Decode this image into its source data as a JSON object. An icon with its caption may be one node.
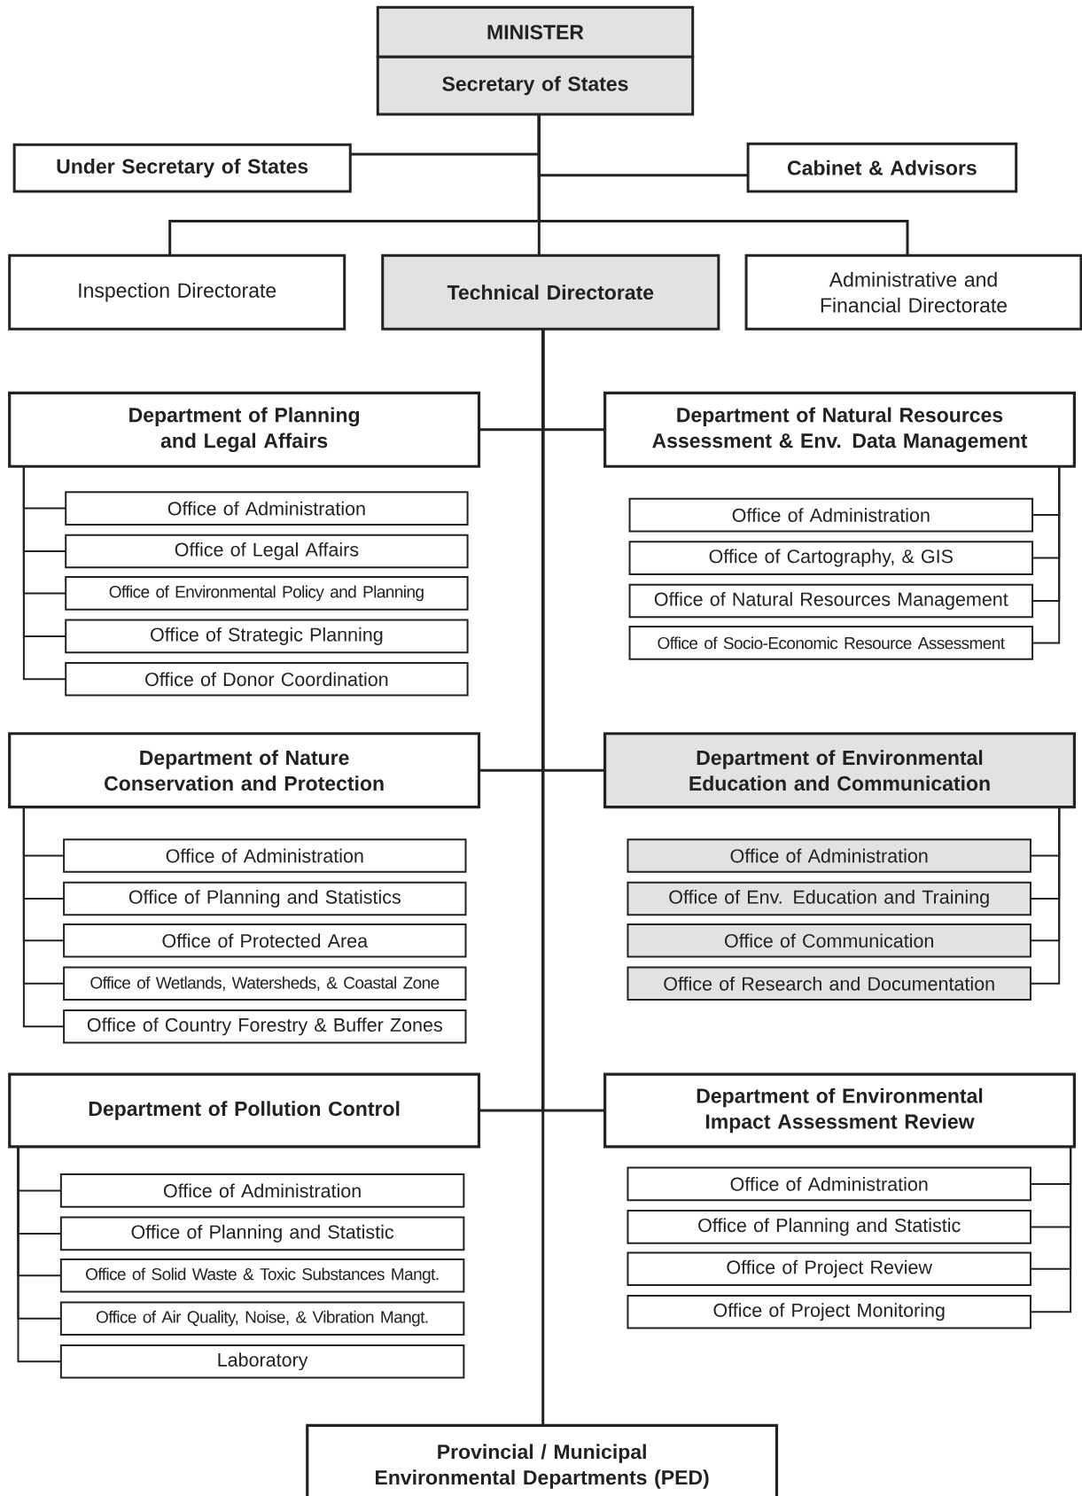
{
  "diagram": {
    "nodes": [
      {
        "text": [
          "MINISTER"
        ]
      },
      {
        "text": [
          "Secretary of States"
        ]
      },
      {
        "text": [
          "Under Secretary of States"
        ]
      },
      {
        "text": [
          "Cabinet & Advisors"
        ]
      },
      {
        "text": [
          "Inspection Directorate"
        ]
      },
      {
        "text": [
          "Technical Directorate"
        ]
      },
      {
        "text": [
          "Administrative and Financial Directorate"
        ]
      },
      {
        "text": [
          "Department of Planning and Legal Affairs"
        ]
      },
      {
        "text": [
          "Office of Administration"
        ]
      },
      {
        "text": [
          "Office of Legal Affairs"
        ]
      },
      {
        "text": [
          "Office of Environmental Policy and Planning"
        ]
      },
      {
        "text": [
          "Office of Strategic Planning"
        ]
      },
      {
        "text": [
          "Office of Donor Coordination"
        ]
      },
      {
        "text": [
          "Department of Natural Resources Assessment & Env. Data Management"
        ]
      },
      {
        "text": [
          "Office of Administration"
        ]
      },
      {
        "text": [
          "Office of Cartography, & GIS"
        ]
      },
      {
        "text": [
          "Office of Natural Resources Management"
        ]
      },
      {
        "text": [
          "Office of Socio-Economic Resource Assessment"
        ]
      },
      {
        "text": [
          "Department of Nature Conservation and Protection"
        ]
      },
      {
        "text": [
          "Office of Administration"
        ]
      },
      {
        "text": [
          "Office of Planning and Statistics"
        ]
      },
      {
        "text": [
          "Office of Protected Area"
        ]
      },
      {
        "text": [
          "Office of Wetlands, Watersheds, & Coastal Zone"
        ]
      },
      {
        "text": [
          "Office of Country Forestry & Buffer Zones"
        ]
      },
      {
        "text": [
          "Department of Environmental Education and Communication"
        ]
      },
      {
        "text": [
          "Office of Administration"
        ]
      },
      {
        "text": [
          "Office of Env. Education and Training"
        ]
      },
      {
        "text": [
          "Office of Communication"
        ]
      },
      {
        "text": [
          "Office of Research and Documentation"
        ]
      },
      {
        "text": [
          "Department of Pollution Control"
        ]
      },
      {
        "text": [
          "Office of Administration"
        ]
      },
      {
        "text": [
          "Office of Planning and Statistic"
        ]
      },
      {
        "text": [
          "Office of Solid Waste & Toxic Substances Mangt."
        ]
      },
      {
        "text": [
          "Office of Air Quality, Noise, & Vibration Mangt."
        ]
      },
      {
        "text": [
          "Laboratory"
        ]
      },
      {
        "text": [
          "Department of Environmental Impact Assessment Review"
        ]
      },
      {
        "text": [
          "Office of Administration"
        ]
      },
      {
        "text": [
          "Office of Planning and Statistic"
        ]
      },
      {
        "text": [
          "Office of Project Review"
        ]
      },
      {
        "text": [
          "Office of Project Monitoring"
        ]
      },
      {
        "text": [
          "Provincial / Municipal Environmental Departments (PED)"
        ]
      }
    ],
    "edges": [
      {
        "from": 1,
        "to": 2,
        "arrow": "none"
      },
      {
        "from": 1,
        "to": 3,
        "arrow": "none"
      },
      {
        "from": 1,
        "to": 4,
        "arrow": "none"
      },
      {
        "from": 1,
        "to": 5,
        "arrow": "none"
      },
      {
        "from": 1,
        "to": 6,
        "arrow": "none"
      },
      {
        "from": 5,
        "to": 7,
        "arrow": "none"
      },
      {
        "from": 5,
        "to": 13,
        "arrow": "none"
      },
      {
        "from": 5,
        "to": 18,
        "arrow": "none"
      },
      {
        "from": 5,
        "to": 24,
        "arrow": "none"
      },
      {
        "from": 5,
        "to": 29,
        "arrow": "none"
      },
      {
        "from": 5,
        "to": 35,
        "arrow": "none"
      },
      {
        "from": 5,
        "to": 40,
        "arrow": "none"
      },
      {
        "from": 7,
        "to": 8,
        "arrow": "none"
      },
      {
        "from": 7,
        "to": 9,
        "arrow": "none"
      },
      {
        "from": 7,
        "to": 10,
        "arrow": "none"
      },
      {
        "from": 7,
        "to": 11,
        "arrow": "none"
      },
      {
        "from": 7,
        "to": 12,
        "arrow": "none"
      },
      {
        "from": 13,
        "to": 14,
        "arrow": "none"
      },
      {
        "from": 13,
        "to": 15,
        "arrow": "none"
      },
      {
        "from": 13,
        "to": 16,
        "arrow": "none"
      },
      {
        "from": 13,
        "to": 17,
        "arrow": "none"
      },
      {
        "from": 18,
        "to": 19,
        "arrow": "none"
      },
      {
        "from": 18,
        "to": 20,
        "arrow": "none"
      },
      {
        "from": 18,
        "to": 21,
        "arrow": "none"
      },
      {
        "from": 18,
        "to": 22,
        "arrow": "none"
      },
      {
        "from": 18,
        "to": 23,
        "arrow": "none"
      },
      {
        "from": 24,
        "to": 25,
        "arrow": "none"
      },
      {
        "from": 24,
        "to": 26,
        "arrow": "none"
      },
      {
        "from": 24,
        "to": 27,
        "arrow": "none"
      },
      {
        "from": 24,
        "to": 28,
        "arrow": "none"
      },
      {
        "from": 29,
        "to": 30,
        "arrow": "none"
      },
      {
        "from": 29,
        "to": 31,
        "arrow": "none"
      },
      {
        "from": 29,
        "to": 32,
        "arrow": "none"
      },
      {
        "from": 29,
        "to": 33,
        "arrow": "none"
      },
      {
        "from": 29,
        "to": 34,
        "arrow": "none"
      },
      {
        "from": 35,
        "to": 36,
        "arrow": "none"
      },
      {
        "from": 35,
        "to": 37,
        "arrow": "none"
      },
      {
        "from": 35,
        "to": 38,
        "arrow": "none"
      },
      {
        "from": 35,
        "to": 39,
        "arrow": "none"
      }
    ]
  }
}
